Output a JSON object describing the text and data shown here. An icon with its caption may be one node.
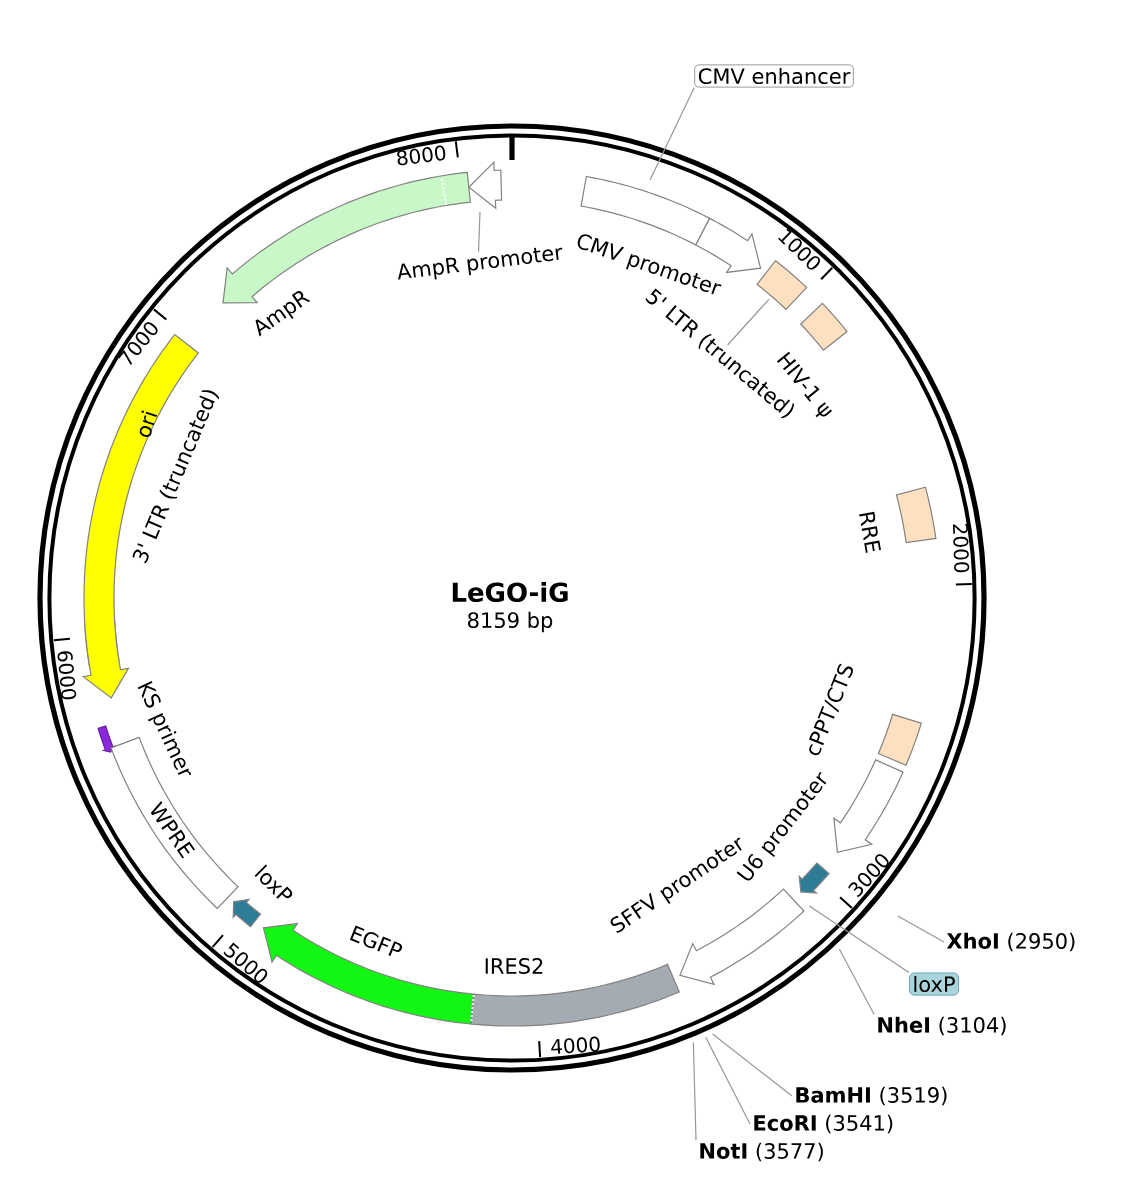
{
  "diagram": {
    "title": "LeGO-iG",
    "nodes": [
      {
        "text": [
          "CMV enhancer"
        ]
      },
      {
        "text": [
          "AmpR promoter"
        ]
      },
      {
        "text": [
          "5' LTR (truncated)"
        ]
      },
      {
        "text": [
          "**XhoI** (2950)"
        ]
      },
      {
        "text": [
          "loxP"
        ]
      },
      {
        "text": [
          "**NheI** (3104)"
        ]
      },
      {
        "text": [
          "**BamHI** (3519)"
        ]
      },
      {
        "text": [
          "**EcoRI** (3541)"
        ]
      },
      {
        "text": [
          "**NotI** (3577)"
        ]
      }
    ],
    "edges": [
      {
        "from": 0,
        "to": null,
        "arrow": "none"
      },
      {
        "from": 1,
        "to": null,
        "arrow": "none"
      },
      {
        "from": 2,
        "to": null,
        "arrow": "none"
      },
      {
        "from": 3,
        "to": null,
        "arrow": "none"
      },
      {
        "from": 4,
        "to": null,
        "arrow": "none"
      },
      {
        "from": 5,
        "to": null,
        "arrow": "none"
      },
      {
        "from": 6,
        "to": null,
        "arrow": "none"
      },
      {
        "from": 7,
        "to": null,
        "arrow": "none"
      },
      {
        "from": 8,
        "to": null,
        "arrow": "none"
      }
    ],
    "labels": [
      "8159 bp",
      "CMV promoter",
      "HIV-1 ψ",
      "RRE",
      "cPPT/CTS",
      "U6 promoter",
      "SFFV promoter",
      "IRES2",
      "EGFP",
      "loxP",
      "WPRE",
      "KS primer",
      "3' LTR (truncated)",
      "ori",
      "AmpR",
      "1000",
      "2000",
      "3000",
      "4000",
      "5000",
      "6000",
      "7000",
      "8000"
    ]
  }
}
